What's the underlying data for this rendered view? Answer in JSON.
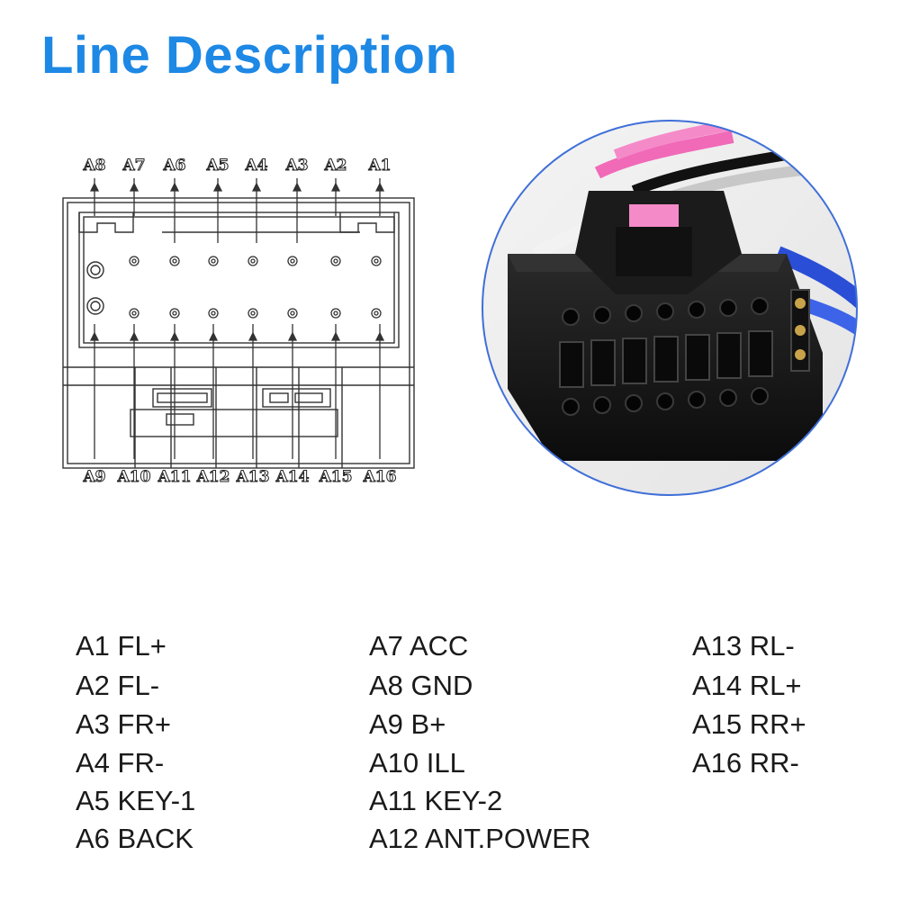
{
  "title": "Line Description",
  "top_pins": [
    "A8",
    "A7",
    "A6",
    "A5",
    "A4",
    "A3",
    "A2",
    "A1"
  ],
  "bottom_pins": [
    "A9",
    "A10",
    "A11",
    "A12",
    "A13",
    "A14",
    "A15",
    "A16"
  ],
  "columns": [
    {
      "items": [
        "A1 FL+",
        "A2 FL-",
        "A3 FR+",
        "A4 FR-",
        "A5 KEY-1",
        "A6 BACK"
      ]
    },
    {
      "items": [
        "A7 ACC",
        "A8 GND",
        "A9 B+",
        "A10 ILL",
        "A11 KEY-2",
        "A12 ANT.POWER"
      ]
    },
    {
      "items": [
        "A13 RL-",
        "A14 RL+",
        "A15 RR+",
        "A16 RR-"
      ]
    }
  ],
  "colors": {
    "title": "#1e88e5",
    "photo_border": "#3f6fd8",
    "connector": "#161616",
    "wire_pink": "#f06ab8",
    "wire_blue": "#2a4fd6",
    "wire_white": "#f2f2f2"
  }
}
